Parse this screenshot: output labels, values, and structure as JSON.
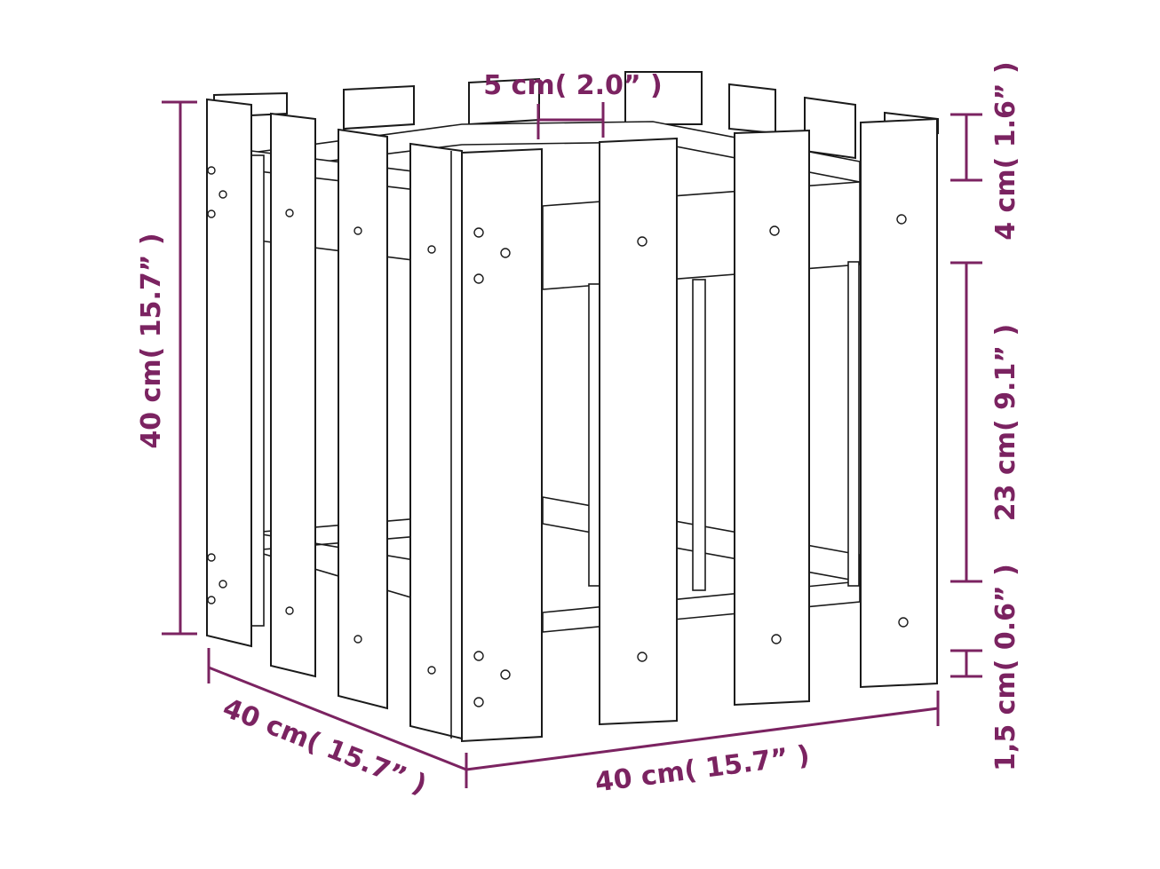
{
  "colors": {
    "dimension": "#7b2361",
    "outline": "#1a1a1a",
    "background": "#ffffff"
  },
  "dimensions": {
    "slat_width": "5 cm( 2.0” )",
    "height_total": "40 cm( 15.7” )",
    "depth": "40 cm( 15.7” )",
    "width": "40 cm( 15.7” )",
    "top_overhang": "4 cm( 1.6” )",
    "rail_spacing": "23 cm( 9.1” )",
    "bottom_gap": "1,5 cm( 0.6” )"
  }
}
